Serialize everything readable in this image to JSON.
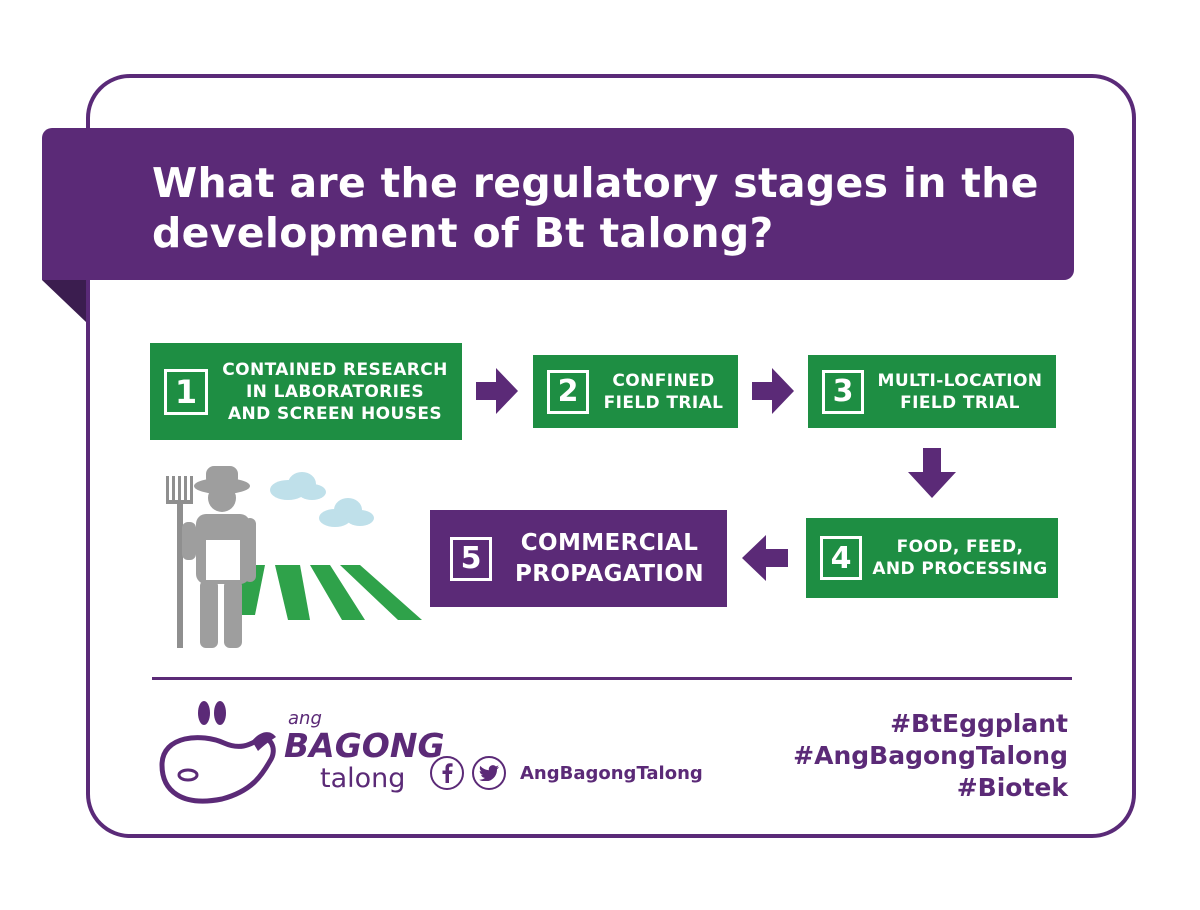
{
  "title": {
    "line1": "What are the regulatory stages in the",
    "line2": "development of Bt talong?"
  },
  "stages": [
    {
      "number": "1",
      "label_lines": [
        "CONTAINED RESEARCH",
        "IN LABORATORIES",
        "AND SCREEN HOUSES"
      ]
    },
    {
      "number": "2",
      "label_lines": [
        "CONFINED",
        "FIELD TRIAL"
      ]
    },
    {
      "number": "3",
      "label_lines": [
        "MULTI-LOCATION",
        "FIELD TRIAL"
      ]
    },
    {
      "number": "4",
      "label_lines": [
        "FOOD, FEED,",
        "AND PROCESSING"
      ]
    },
    {
      "number": "5",
      "label_lines": [
        "COMMERCIAL",
        "PROPAGATION"
      ]
    }
  ],
  "logo": {
    "ang": "ang",
    "bagong": "BAGONG",
    "talong": "talong"
  },
  "social": {
    "handle": "AngBagongTalong",
    "facebook_icon": "facebook-icon",
    "twitter_icon": "twitter-icon"
  },
  "hashtags": [
    "#BtEggplant",
    "#AngBagongTalong",
    "#Biotek"
  ],
  "colors": {
    "purple": "#5b2a77",
    "green": "#1e8e43",
    "cloud": "#bfe0ea",
    "figure": "#9e9e9e"
  }
}
